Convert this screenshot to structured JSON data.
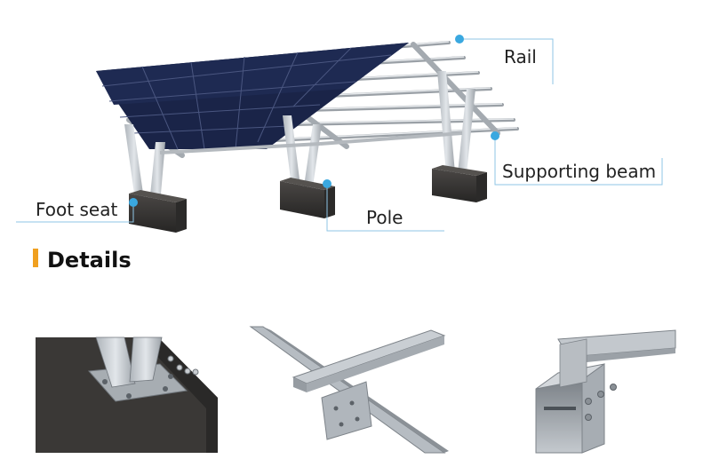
{
  "callouts": {
    "rail": "Rail",
    "supporting_beam": "Supporting beam",
    "foot_seat": "Foot seat",
    "pole": "Pole"
  },
  "details": {
    "title": "Details"
  },
  "colors": {
    "panel": "#1a2448",
    "panel_grid": "#4a5680",
    "metal": "#c9ced3",
    "metal_dark": "#8a9096",
    "concrete": "#3a3836",
    "callout_dot": "#3aa8e0",
    "callout_line": "#8fc6e6",
    "accent": "#f0a020"
  },
  "icons": {
    "callout_marker": "dot-icon",
    "section_marker": "orange-bar-icon"
  }
}
